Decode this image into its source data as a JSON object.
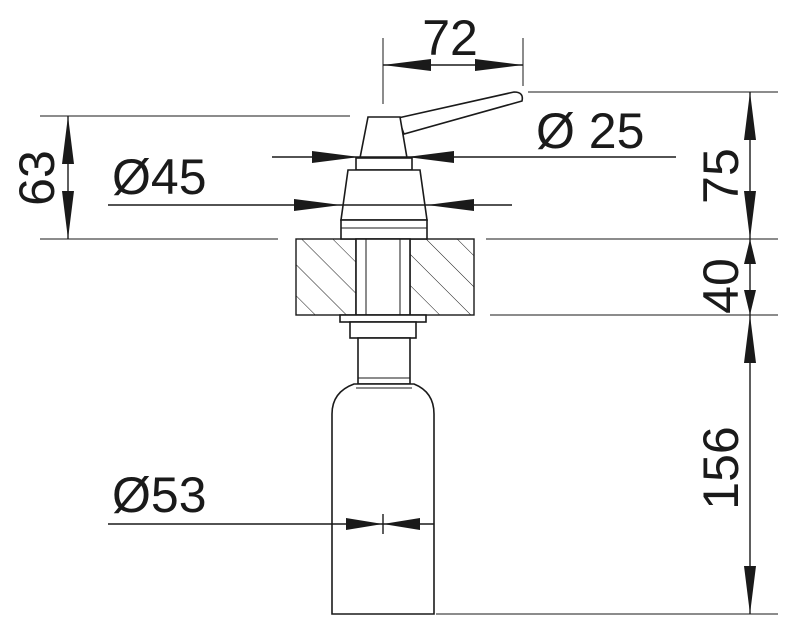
{
  "dimensions": {
    "lever_width": "72",
    "spout_diameter": "Ø 25",
    "head_diameter": "Ø45",
    "head_height": "63",
    "top_height": "75",
    "counter_thickness": "40",
    "bottle_height": "156",
    "bottle_diameter": "Ø53"
  }
}
